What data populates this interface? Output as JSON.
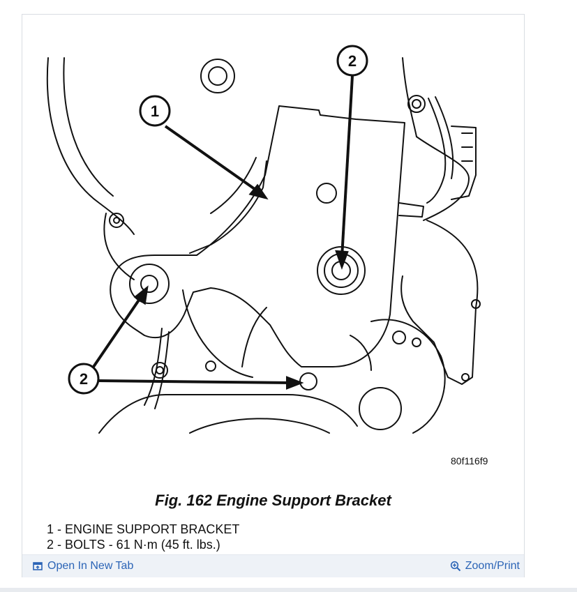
{
  "figure": {
    "callout_1": "1",
    "callout_2_top": "2",
    "callout_2_bottom": "2",
    "code": "80f116f9",
    "caption": "Fig. 162 Engine Support Bracket"
  },
  "legend": [
    "1 - ENGINE SUPPORT BRACKET",
    "2 - BOLTS - 61 N·m (45 ft. lbs.)"
  ],
  "toolbar": {
    "open_new_tab": "Open In New Tab",
    "open_new_tab_icon": "external-window-icon",
    "zoom_print": "Zoom/Print",
    "zoom_icon": "zoom-in-icon"
  },
  "colors": {
    "link": "#2b64b6",
    "toolbar_bg": "#eef2f7"
  }
}
